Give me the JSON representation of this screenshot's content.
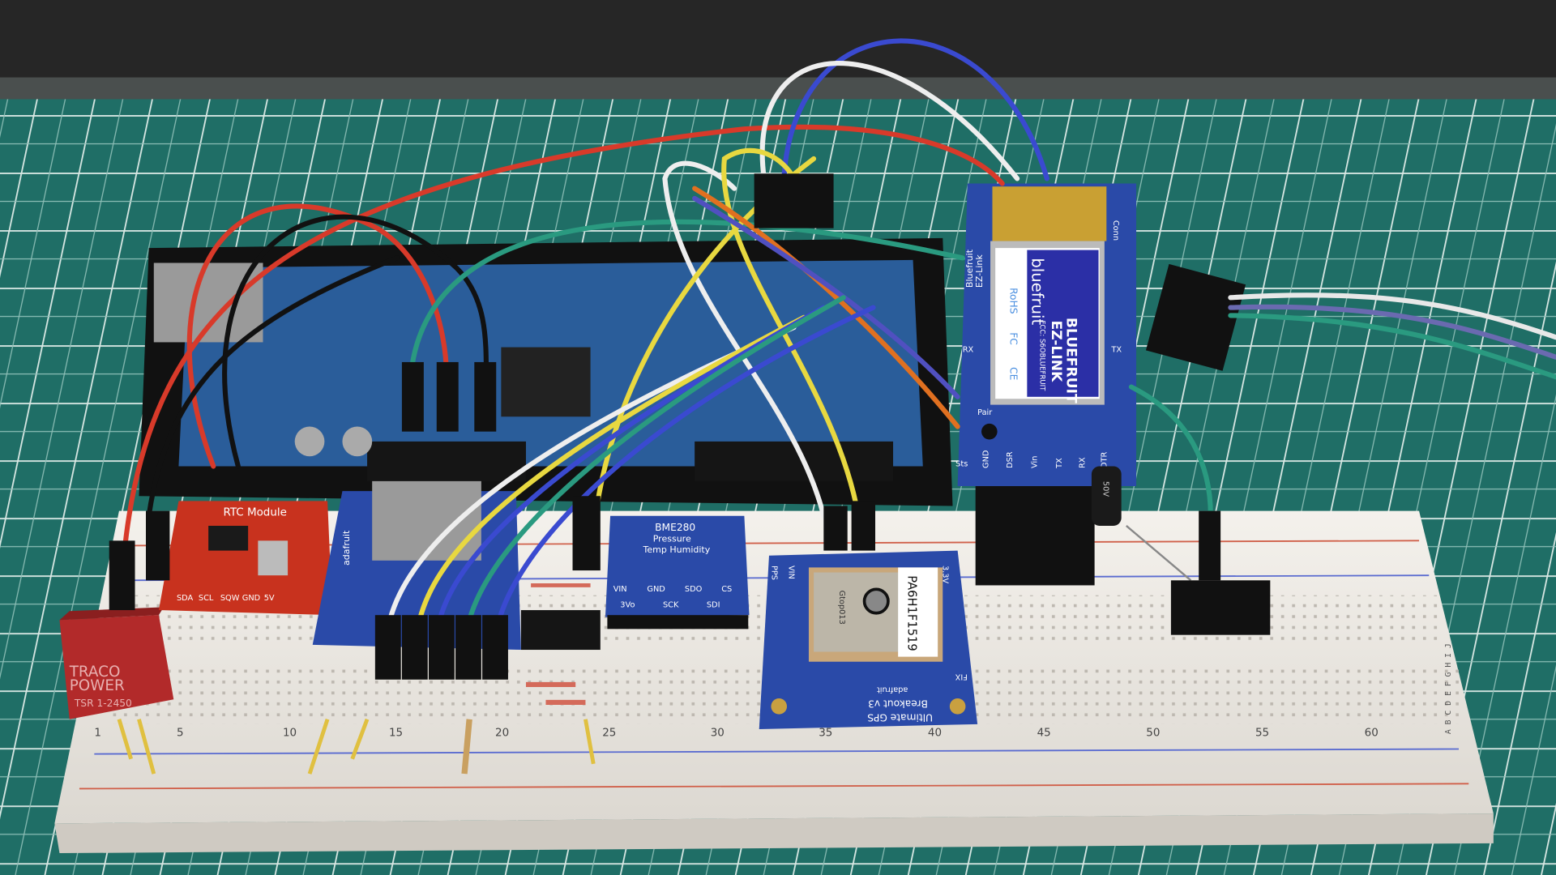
{
  "scene": {
    "colors": {
      "mat": "#1f6e66",
      "mat_grid": "#d9e8e4",
      "backdrop": "#232323",
      "breadboard": "#eeeae4",
      "pcb_blue": "#2a4aa8",
      "pcb_red": "#c8321e"
    }
  },
  "traco": {
    "brand_line1": "TRACO",
    "brand_line2": "POWER",
    "model": "TSR 1-2450"
  },
  "rtc": {
    "title": "RTC Module",
    "pins": [
      "SDA",
      "SCL",
      "SQW",
      "GND",
      "5V"
    ]
  },
  "sd_board": {
    "label": "adafruit"
  },
  "bme280": {
    "title": "BME280",
    "line2": "Pressure",
    "line3": "Temp Humidity",
    "pins_top": [
      "VIN",
      "GND",
      "SDO",
      "CS"
    ],
    "pins_bottom": [
      "3Vo",
      "SCK",
      "SDI"
    ]
  },
  "gps": {
    "module_label": "PA6H1F1519",
    "chip_label": "Gtop013",
    "title_line1": "Ultimate GPS",
    "title_line2": "Breakout v3",
    "brand": "adafruit",
    "pins": [
      "PPS",
      "VIN",
      "3.3V"
    ],
    "led": "FIX"
  },
  "bluefruit": {
    "side_label1": "Bluefruit",
    "side_label2": "EZ-Link",
    "logo": "bluefruit",
    "name_line1": "BLUEFRUIT",
    "name_line2": "EZ-LINK",
    "fcc": "FCC: S6OBLUEFRUIT",
    "rohs": "RoHS",
    "fc": "FC",
    "ce": "CE",
    "conn": "Conn",
    "rx": "RX",
    "tx": "TX",
    "pair": "Pair",
    "pins": [
      "Sts",
      "GND",
      "DSR",
      "Vin",
      "TX",
      "RX",
      "DTR"
    ]
  },
  "capacitor": {
    "label": "50V"
  },
  "breadboard": {
    "column_numbers": [
      "1",
      "5",
      "10",
      "15",
      "20",
      "25",
      "30",
      "35",
      "40",
      "45",
      "50",
      "55",
      "60"
    ],
    "row_letters": "A B C D E  F G H I J"
  }
}
